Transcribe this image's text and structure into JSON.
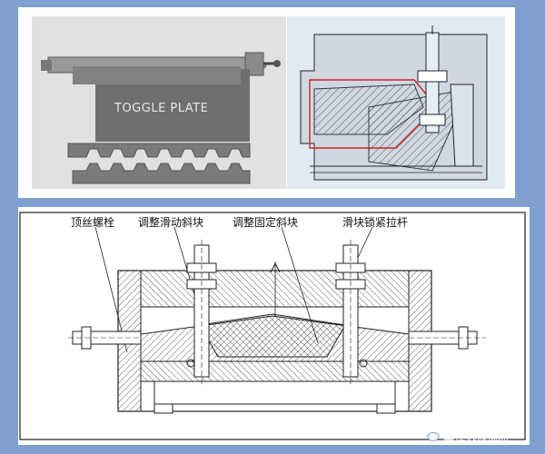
{
  "top": {
    "photo_caption": "TOGGLE PLATE"
  },
  "drawing": {
    "callouts": [
      "顶丝螺栓",
      "调整滑动斜块",
      "调整固定斜块",
      "滑块锁紧拉杆"
    ]
  },
  "watermark": {
    "text": "工程机械视点",
    "icon": "wechat-icon"
  },
  "colors": {
    "background": "#7f9fd1",
    "panel": "#ffffff",
    "cross_section_red": "#cc2222",
    "sketch_background": "#dfeaf3"
  }
}
